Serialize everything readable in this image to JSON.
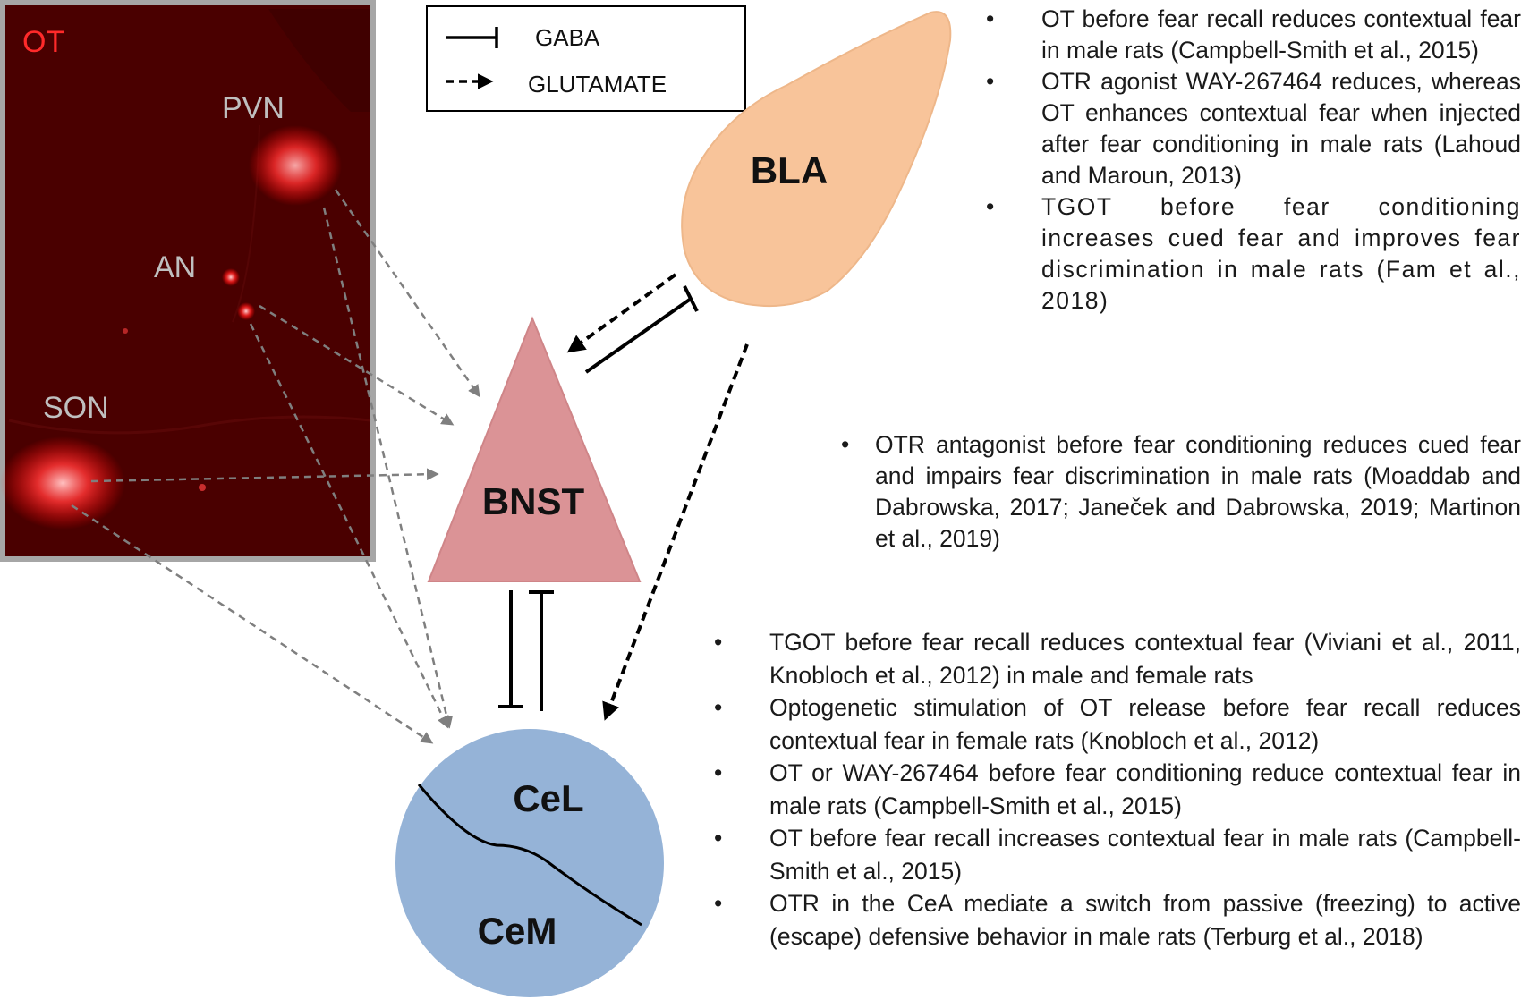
{
  "micrograph": {
    "title": "OT",
    "labels": {
      "pvn": "PVN",
      "an": "AN",
      "son": "SON"
    }
  },
  "legend": {
    "gaba": "GABA",
    "glutamate": "GLUTAMATE"
  },
  "regions": {
    "bla": {
      "label": "BLA",
      "color": "#f8c49a"
    },
    "bnst": {
      "label": "BNST",
      "color": "#db9396"
    },
    "cea": {
      "cel_label": "CeL",
      "cem_label": "CeM",
      "color": "#95b3d7"
    }
  },
  "colors": {
    "ot_red": "#ff2a2a",
    "micro_bg": "#4a0000",
    "micro_border": "#a6a6a6",
    "ot_projection": "#7f7f7f"
  },
  "notes": {
    "bla": [
      "OT before fear recall reduces contextual fear in male rats (Campbell-Smith et al., 2015)",
      "OTR agonist WAY-267464 reduces, whereas OT enhances contextual fear when injected after fear conditioning in male rats (Lahoud and Maroun, 2013)",
      "TGOT before fear conditioning increases cued fear and improves fear discrimination in male rats (Fam et al., 2018)"
    ],
    "bnst": [
      "OTR antagonist before fear conditioning reduces cued fear and impairs fear discrimination in male rats (Moaddab and Dabrowska, 2017; Janeček and Dabrowska, 2019; Martinon et al., 2019)"
    ],
    "cea": [
      "TGOT before fear recall reduces contextual fear (Viviani et al., 2011, Knobloch et al., 2012) in male and female rats",
      "Optogenetic stimulation of OT release before fear recall reduces contextual fear in female rats (Knobloch et al., 2012)",
      "OT or WAY-267464 before fear conditioning reduce contextual fear in male rats (Campbell-Smith et al., 2015)",
      "OT before fear recall increases contextual fear in male rats (Campbell-Smith et al., 2015)",
      "OTR in the CeA mediate a switch from passive (freezing) to active (escape) defensive behavior in male rats (Terburg et al., 2018)"
    ]
  }
}
